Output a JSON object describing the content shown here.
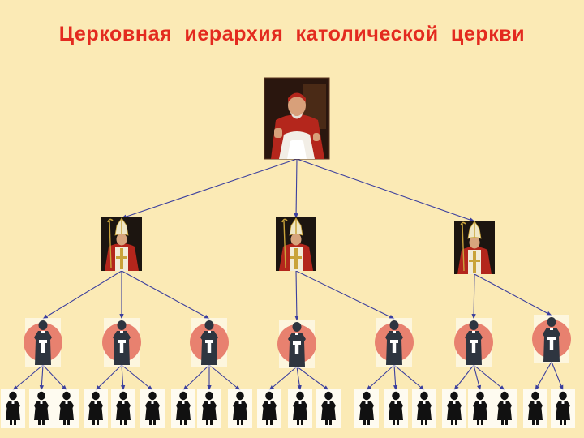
{
  "title": "Церковная  иерархия  католической  церкви",
  "colors": {
    "background": "#fbeab5",
    "title": "#e32a1f",
    "connector": "#3b3f9e",
    "priest_disc": "#e8816f",
    "priest_robe": "#2e3540",
    "parishioner": "#111111"
  },
  "hierarchy": {
    "top": {
      "role": "pope",
      "icon": "pope-portrait"
    },
    "middle": [
      {
        "role": "bishop",
        "icon": "bishop-portrait",
        "priests": 3
      },
      {
        "role": "bishop",
        "icon": "bishop-portrait",
        "priests": 2
      },
      {
        "role": "bishop",
        "icon": "bishop-portrait",
        "priests": 2
      }
    ],
    "priest": {
      "icon": "priest-figure",
      "parishioners_each": 3
    },
    "parishioner": {
      "icon": "parishioner-figure"
    }
  }
}
